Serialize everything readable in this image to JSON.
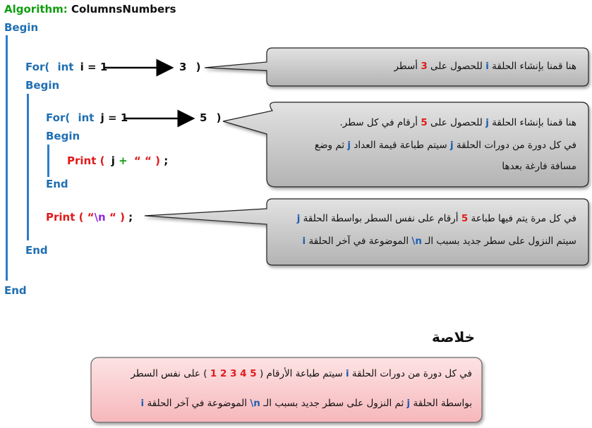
{
  "algorithm": {
    "label": "Algorithm:",
    "name": "ColumnsNumbers"
  },
  "outer": {
    "begin": "Begin",
    "end": "End",
    "for": {
      "kw": "For",
      "paren_open": "(",
      "type": "int",
      "init": "i = 1",
      "limit": "3",
      "paren_close": ")"
    },
    "inner_begin": "Begin",
    "inner_end": "End",
    "newline_print": {
      "kw": "Print",
      "paren_open": "(",
      "q1": "“",
      "esc": "\\n",
      "q2": "“",
      "paren_close": ")",
      "semi": ";"
    }
  },
  "inner": {
    "for": {
      "kw": "For",
      "paren_open": "(",
      "type": "int",
      "init": "j = 1",
      "limit": "5",
      "paren_close": ")"
    },
    "begin": "Begin",
    "end": "End",
    "print": {
      "kw": "Print",
      "paren_open": "(",
      "var": "j",
      "plus": "+",
      "str": "“   “",
      "paren_close": ")",
      "semi": ";"
    }
  },
  "callouts": {
    "c1": {
      "pre": "هنا قمنا بإنشاء الحلقة",
      "var": "i",
      "mid": "للحصول على",
      "num": "3",
      "post": "أسطر"
    },
    "c2": {
      "l1_pre": "هنا قمنا بإنشاء الحلقة",
      "l1_var": "j",
      "l1_mid": "للحصول على",
      "l1_num": "5",
      "l1_post": "أرقام في كل سطر.",
      "l2_pre": "في كل دورة من دورات الحلقة",
      "l2_var1": "j",
      "l2_mid": "سيتم طباعة قيمة العداد",
      "l2_var2": "j",
      "l2_post": "ثم وضع",
      "l3": "مسافة فارغة بعدها"
    },
    "c3": {
      "l1_pre": "في كل مرة يتم فيها طباعة",
      "l1_num": "5",
      "l1_mid": "أرقام على نفس السطر بواسطة الحلقة",
      "l1_var": "j",
      "l2_pre": "سيتم النزول على سطر جديد بسبب الـ",
      "l2_esc": "\\n",
      "l2_mid": "الموضوعة في آخر الحلقة",
      "l2_var": "i"
    }
  },
  "summary": {
    "title": "خلاصة",
    "l1_pre": "في كل دورة من دورات الحلقة",
    "l1_var": "i",
    "l1_mid": "سيتم طباعة الأرقام (",
    "l1_nums": "5 4 3 2 1",
    "l1_post": ") على نفس السطر",
    "l2_pre": "بواسطة الحلقة",
    "l2_var": "j",
    "l2_mid": "ثم النزول على سطر جديد بسبب الـ",
    "l2_esc": "\\n",
    "l2_post": "الموضوعة في آخر الحلقة",
    "l2_var2": "i"
  },
  "colors": {
    "keyword_blue": "#1f6fb2",
    "print_red": "#e01a1a",
    "header_green": "#0f9d0f",
    "callout_gray": "#bdbdbd",
    "summary_pink": "#f9c9cc"
  }
}
